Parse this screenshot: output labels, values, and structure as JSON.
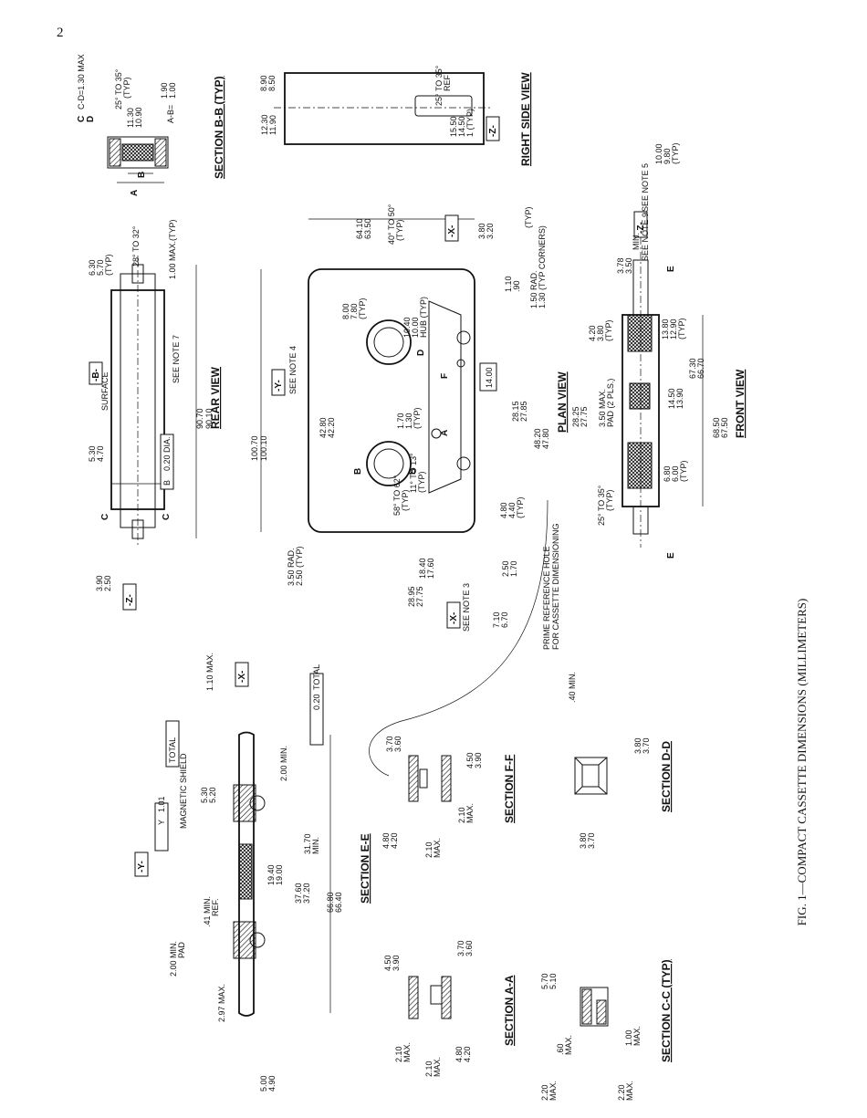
{
  "page_number": "2",
  "caption": "FIG. 1—COMPACT CASSETTE DIMENSIONS (MILLIMETERS)",
  "views": {
    "rear_view": "REAR VIEW",
    "section_bb": "SECTION B-B (TYP)",
    "right_side_view": "RIGHT SIDE VIEW",
    "plan_view": "PLAN VIEW",
    "front_view": "FRONT VIEW",
    "section_ee": "SECTION E-E",
    "section_ff": "SECTION F-F",
    "section_dd": "SECTION D-D",
    "section_aa": "SECTION A-A",
    "section_cc": "SECTION C-C (TYP)"
  },
  "rear": {
    "d_9070": "90.70",
    "d_8010": "90.10",
    "d_530": "5.30",
    "d_470": "4.70",
    "d_630": "6.30",
    "d_570": "5.70",
    "typ": "(TYP)",
    "d_390": "3.90",
    "d_250": "2.50",
    "angle": "28° TO 32°",
    "max100": "1.00 MAX.(TYP)",
    "surface": "SURFACE",
    "b_label": "-B-",
    "z_label": "-Z-",
    "note7": "SEE NOTE 7",
    "tol_dia": "0.20 DIA.",
    "tol_b": "B",
    "c": "C"
  },
  "section_bb": {
    "cd": "C-D=1.30 MAX",
    "angle": "25° TO 35°",
    "typ": "(TYP)",
    "d_1130": "11.30",
    "d_1090": "10.90",
    "ab": "A-B=",
    "d_190": "1.90",
    "d_100": "1.00",
    "a": "A",
    "b": "B",
    "c": "C",
    "d": "D"
  },
  "right": {
    "d_1230": "12.30",
    "d_1190": "11.90",
    "d_890": "8.90",
    "d_850": "8.50",
    "angle": "25° TO 35°",
    "ref": "REF",
    "d_1550": "15.50",
    "d_1450": "14.50",
    "typ": "1 (TYP)",
    "z_label": "-Z-"
  },
  "plan": {
    "d_10070": "100.70",
    "d_10010": "100.10",
    "d_6410": "64.10",
    "d_6350": "63.50",
    "angle_40": "40° TO 50°",
    "typ": "(TYP)",
    "x_label": "-X-",
    "y_label": "-Y-",
    "note4": "SEE NOTE 4",
    "d_800": "8.00",
    "d_780": "7.80",
    "d_1040": "10.40",
    "d_1000": "10.00",
    "hub": "HUB (TYP)",
    "d_380": "3.80",
    "d_320": "3.20",
    "d_110": "1.10",
    "d_90": ".90",
    "rad_150": "1.50 RAD.",
    "rad_130": "1.30 (TYP CORNERS)",
    "d_4280": "42.80",
    "d_4220": "42.20",
    "d_170": "1.70",
    "d_130": "1.30",
    "d_1400": "14.00",
    "d_2815": "28.15",
    "d_2785": "27.85",
    "d_4820": "48.20",
    "d_4780": "47.80",
    "d_480": "4.80",
    "d_440": "4.40",
    "angle_58": "58° TO 62°",
    "angle_11": "11° TO 13°",
    "rad_350": "3.50 RAD.",
    "rad_250": "2.50 (TYP)",
    "d_1840": "18.40",
    "d_1760": "17.60",
    "d_2895": "28.95",
    "d_2775": "27.75",
    "d_250": "2.50",
    "d_170b": "1.70",
    "d_710": "7.10",
    "d_670": "6.70",
    "note3": "SEE NOTE 3",
    "prime": "PRIME REFERENCE HOLE",
    "prime2": "FOR CASSETTE DIMENSIONING",
    "a": "A",
    "b": "B",
    "d": "D",
    "f": "F"
  },
  "front": {
    "d_1000": "10.00",
    "d_980": "9.80",
    "typ": "(TYP)",
    "note5": "SEE NOTE 5",
    "z_label": "-Z-",
    "note9": "SEE NOTE 9",
    "d_378": "3.78",
    "d_350": "3.50",
    "min": "MIN.",
    "d_420": "4.20",
    "d_380": "3.80",
    "d_1380": "13.80",
    "d_1290": "12.90",
    "d_6730": "67.30",
    "d_6670": "66.70",
    "d_2825": "28.25",
    "d_2775": "27.75",
    "d_350max": "3.50 MAX.",
    "pad": "PAD (2 PLS.)",
    "d_1450": "14.50",
    "d_1390": "13.90",
    "d_680": "6.80",
    "d_600": "6.00",
    "d_6850": "68.50",
    "d_6750": "67.50",
    "angle": "25° TO 35°",
    "e": "E"
  },
  "section_ee": {
    "magnetic": "MAGNETIC SHIELD",
    "tol1": "Y",
    "tol1v": "1.01",
    "total": "TOTAL",
    "tol2v": "0.20",
    "y_label": "-Y-",
    "x_label": "-X-",
    "max110": "1.10 MAX.",
    "d_200min": "2.00 MIN.",
    "d_530": "5.30",
    "d_520": "5.20",
    "d_3170": "31.70",
    "min": "MIN.",
    "d_1940": "19.40",
    "d_1900": "19.00",
    "d_3760": "37.60",
    "d_3720": "37.20",
    "d_6680": "66.80",
    "d_6640": "66.40",
    "d_41": ".41 MIN.",
    "ref": "REF.",
    "d_200pad": "2.00 MIN.",
    "pad": "PAD",
    "d_297": "2.97 MAX.",
    "d_500": "5.00",
    "d_490": "4.90"
  },
  "section_ff": {
    "d_370": "3.70",
    "d_360": "3.60",
    "d_450": "4.50",
    "d_390": "3.90",
    "d_480": "4.80",
    "d_420": "4.20",
    "d_210": "2.10",
    "max": "MAX."
  },
  "section_dd": {
    "d_40": ".40 MIN.",
    "d_380": "3.80",
    "d_370": "3.70"
  },
  "section_aa": {
    "d_450": "4.50",
    "d_390": "3.90",
    "d_370": "3.70",
    "d_360": "3.60",
    "d_210": "2.10",
    "max": "MAX.",
    "d_480": "4.80",
    "d_420": "4.20"
  },
  "section_cc": {
    "d_570": "5.70",
    "d_510": "5.10",
    "d_60": ".60",
    "max": "MAX.",
    "d_100": "1.00",
    "d_220": "2.20"
  }
}
